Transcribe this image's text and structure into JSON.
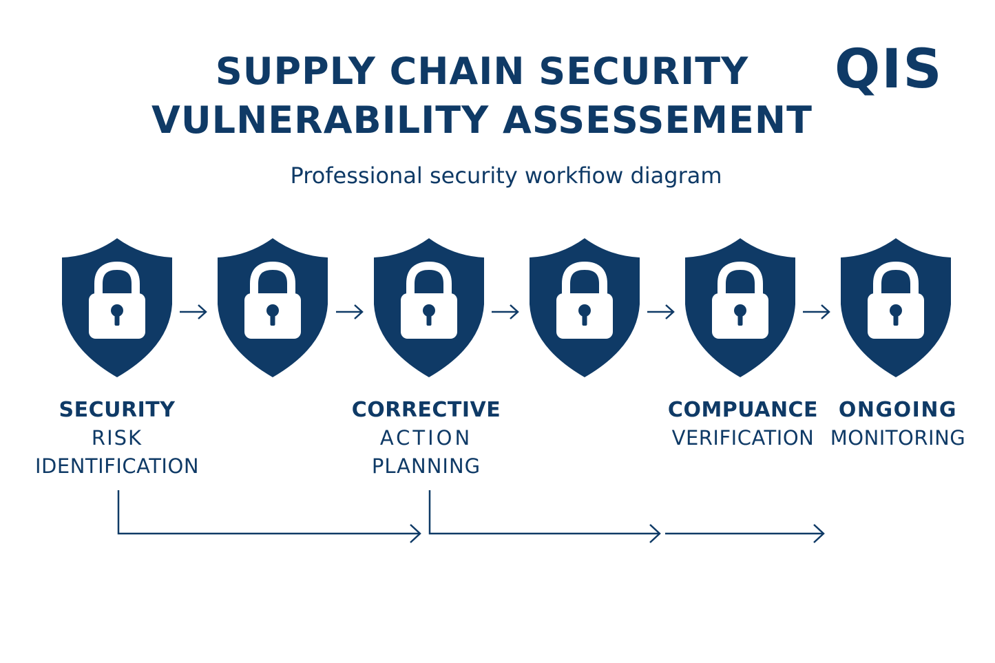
{
  "title": {
    "line1": "SUPPLY CHAIN SECURITY",
    "line2": "VULNERABILITY ASSESSEMENT"
  },
  "subtitle": "Professional security workfiow diagram",
  "logo": "QIS",
  "colors": {
    "primary": "#0f3a66",
    "background": "#ffffff"
  },
  "steps": [
    {
      "icon": "shield-lock-icon",
      "lines": [
        "SECURITY",
        "RISK",
        "IDENTIFICATION"
      ]
    },
    {
      "icon": "shield-lock-icon",
      "lines": []
    },
    {
      "icon": "shield-lock-icon",
      "lines": [
        "CORRECTIVE",
        "ACTION",
        "PLANNING"
      ]
    },
    {
      "icon": "shield-lock-icon",
      "lines": []
    },
    {
      "icon": "shield-lock-icon",
      "lines": [
        "COMPUANCE",
        "VERIFICATION"
      ]
    },
    {
      "icon": "shield-lock-icon",
      "lines": [
        "ONGOING",
        "MONITORING"
      ]
    }
  ],
  "step_arrow_icon": "arrow-right-icon"
}
